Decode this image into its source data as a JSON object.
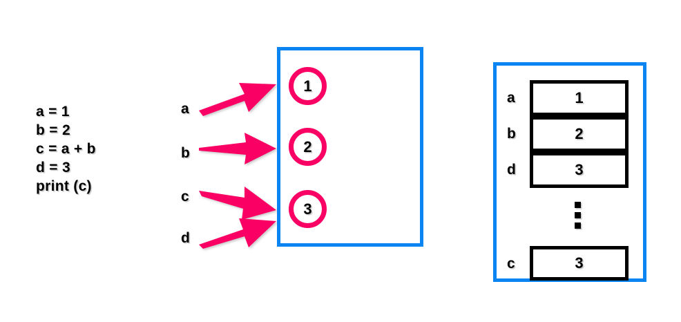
{
  "colors": {
    "pink": "#FA0064",
    "blue": "#0A84F0",
    "black": "#000000",
    "background": "#FFFFFF"
  },
  "code": {
    "lines": [
      "a = 1",
      "b = 2",
      "c = a + b",
      "d = 3",
      "print (c)"
    ]
  },
  "value_panel": {
    "labels": [
      {
        "text": "a"
      },
      {
        "text": "b"
      },
      {
        "text": "c"
      },
      {
        "text": "d"
      }
    ],
    "circles": [
      {
        "value": "1"
      },
      {
        "value": "2"
      },
      {
        "value": "3"
      }
    ]
  },
  "memory_panel": {
    "slots": [
      {
        "label": "a",
        "value": "1"
      },
      {
        "label": "b",
        "value": "2"
      },
      {
        "label": "d",
        "value": "3"
      },
      {
        "label": "c",
        "value": "3"
      }
    ],
    "ellipsis": "vertical-ellipsis"
  }
}
